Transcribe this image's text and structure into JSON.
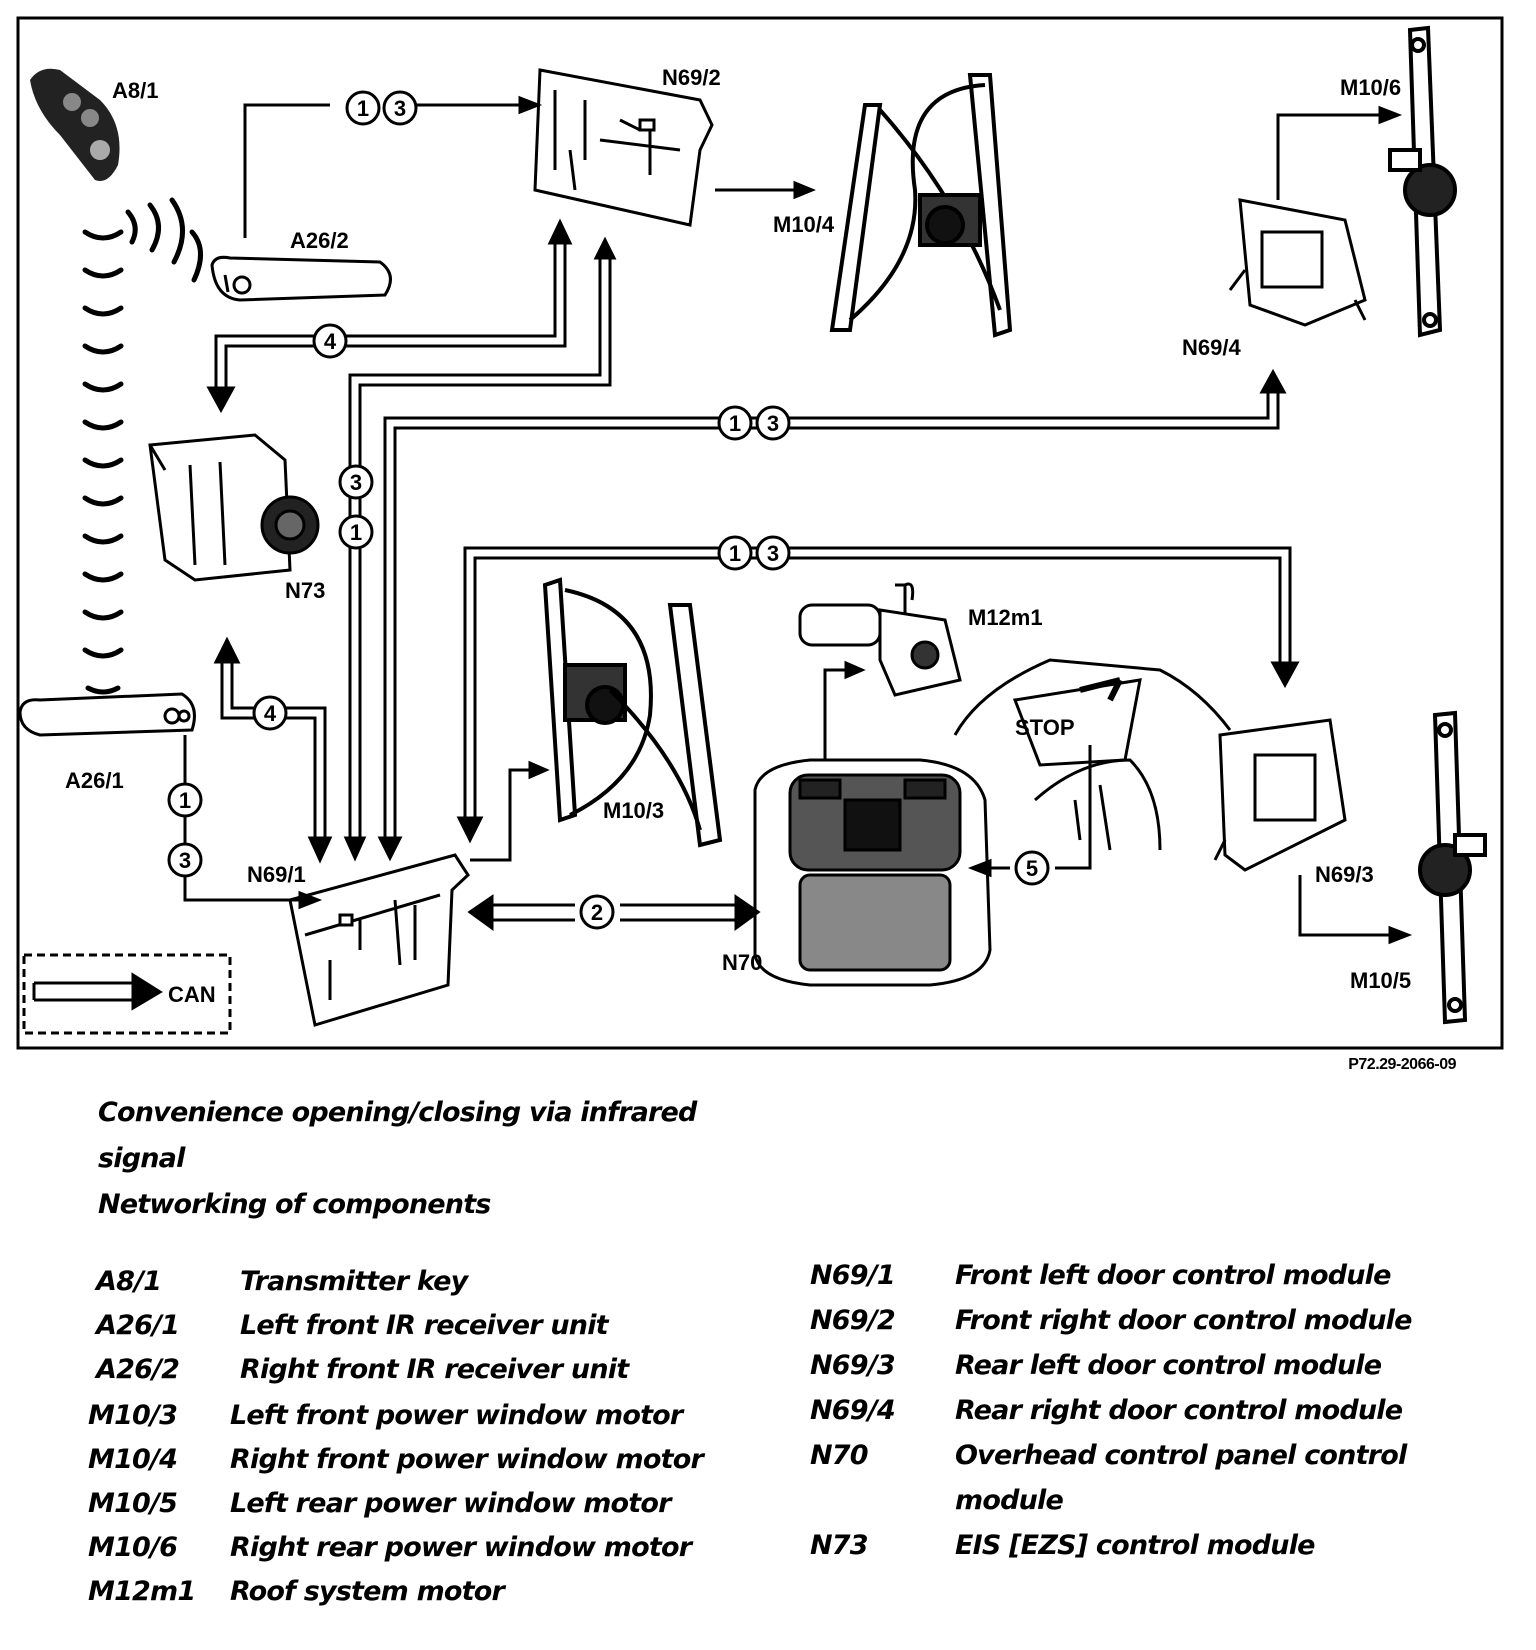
{
  "diagram": {
    "labels": {
      "a8_1": "A8/1",
      "a26_2": "A26/2",
      "a26_1": "A26/1",
      "n69_2": "N69/2",
      "n69_1": "N69/1",
      "n69_3": "N69/3",
      "n69_4": "N69/4",
      "m10_4": "M10/4",
      "m10_3": "M10/3",
      "m10_5": "M10/5",
      "m10_6": "M10/6",
      "m12m1": "M12m1",
      "n70": "N70",
      "n73": "N73",
      "stop": "STOP",
      "can": "CAN"
    },
    "numbers": {
      "one": "1",
      "two": "2",
      "three": "3",
      "four": "4",
      "five": "5"
    },
    "reference": "P72.29-2066-09"
  },
  "caption": {
    "line1": "Convenience opening/closing via infrared",
    "line2": "signal",
    "line3": "Networking of components"
  },
  "legend": {
    "left": [
      {
        "code": "A8/1",
        "desc": "Transmitter key"
      },
      {
        "code": "A26/1",
        "desc": "Left front IR receiver unit"
      },
      {
        "code": "A26/2",
        "desc": "Right front IR receiver unit"
      },
      {
        "code": "M10/3",
        "desc": "Left front power window motor"
      },
      {
        "code": "M10/4",
        "desc": "Right front power window motor"
      },
      {
        "code": "M10/5",
        "desc": "Left rear power window motor"
      },
      {
        "code": "M10/6",
        "desc": "Right rear power window motor"
      },
      {
        "code": "M12m1",
        "desc": "Roof system motor"
      }
    ],
    "right": [
      {
        "code": "N69/1",
        "desc": "Front left door control module"
      },
      {
        "code": "N69/2",
        "desc": "Front right door control module"
      },
      {
        "code": "N69/3",
        "desc": "Rear left door control module"
      },
      {
        "code": "N69/4",
        "desc": "Rear right door control module"
      },
      {
        "code": "N70",
        "desc": "Overhead control panel control",
        "desc2": "module"
      },
      {
        "code": "N73",
        "desc": "EIS [EZS] control module"
      }
    ]
  }
}
